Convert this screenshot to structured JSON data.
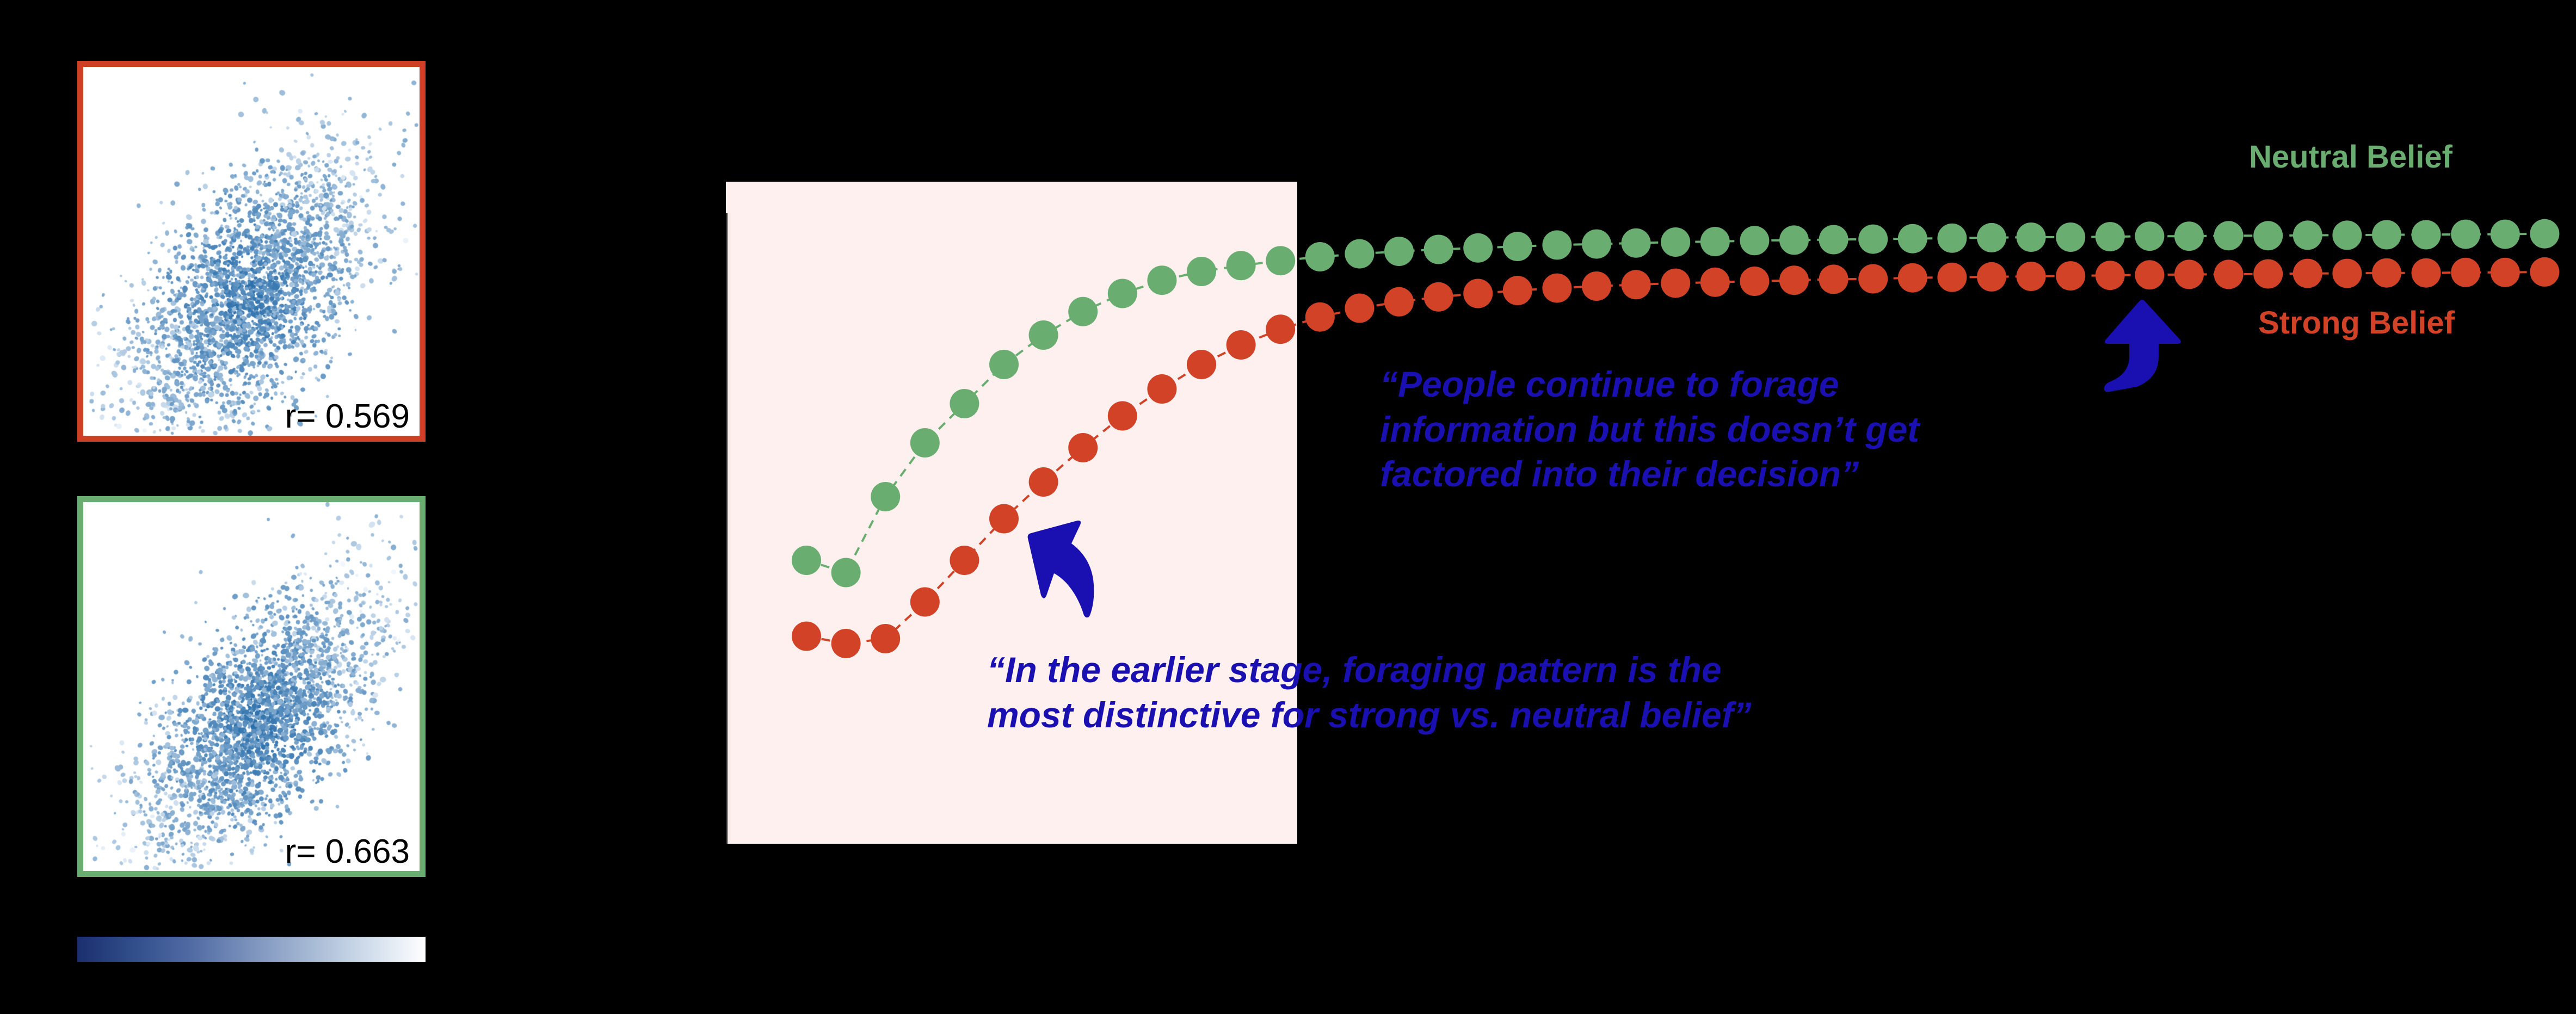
{
  "figure": {
    "background_color": "#000000",
    "panel_background_color": "#fdf0ee"
  },
  "scatter_panels": [
    {
      "name": "strong-belief-scatter",
      "border_color": "#cf3f26",
      "r_label": "r= 0.569",
      "r_value": 0.569,
      "point_color_scale": "blues",
      "correlation_direction": "positive"
    },
    {
      "name": "neutral-belief-scatter",
      "border_color": "#6aad70",
      "r_label": "r= 0.663",
      "r_value": 0.663,
      "point_color_scale": "blues",
      "correlation_direction": "positive"
    }
  ],
  "colorbar": {
    "name": "density-colorbar",
    "from_color": "#1b2f6e",
    "to_color": "#ffffff"
  },
  "series_labels": {
    "neutral": "Neutral Belief",
    "strong": "Strong Belief"
  },
  "annotations": {
    "top": "“People continue to forage\ninformation but this doesn’t get\nfactored into their decision”",
    "bottom": "“In the earlier stage, foraging pattern is the\nmost distinctive for strong vs. neutral belief”",
    "color": "#1a0fb0"
  },
  "chart_data": {
    "type": "line",
    "title": "",
    "xlabel": "",
    "ylabel": "",
    "grid": false,
    "legend_position": "right-inline",
    "marker": "circle",
    "linestyle": "dashed",
    "xlim": [
      0,
      45
    ],
    "ylim": [
      0,
      1
    ],
    "x": [
      0,
      1,
      2,
      3,
      4,
      5,
      6,
      7,
      8,
      9,
      10,
      11,
      12,
      13,
      14,
      15,
      16,
      17,
      18,
      19,
      20,
      21,
      22,
      23,
      24,
      25,
      26,
      27,
      28,
      29,
      30,
      31,
      32,
      33,
      34,
      35,
      36,
      37,
      38,
      39,
      40,
      41,
      42,
      43,
      44
    ],
    "series": [
      {
        "name": "Neutral Belief",
        "color": "#6aad70",
        "values": [
          0.3,
          0.275,
          0.43,
          0.54,
          0.62,
          0.7,
          0.76,
          0.808,
          0.845,
          0.872,
          0.89,
          0.902,
          0.912,
          0.92,
          0.926,
          0.931,
          0.935,
          0.938,
          0.941,
          0.944,
          0.946,
          0.948,
          0.95,
          0.951,
          0.953,
          0.954,
          0.955,
          0.956,
          0.957,
          0.958,
          0.959,
          0.96,
          0.96,
          0.961,
          0.962,
          0.962,
          0.963,
          0.963,
          0.964,
          0.964,
          0.965,
          0.965,
          0.966,
          0.966,
          0.967
        ]
      },
      {
        "name": "Strong Belief",
        "color": "#d24227",
        "values": [
          0.145,
          0.13,
          0.14,
          0.215,
          0.3,
          0.385,
          0.46,
          0.53,
          0.595,
          0.65,
          0.7,
          0.74,
          0.772,
          0.797,
          0.815,
          0.828,
          0.838,
          0.845,
          0.851,
          0.856,
          0.86,
          0.863,
          0.866,
          0.868,
          0.87,
          0.872,
          0.874,
          0.875,
          0.877,
          0.878,
          0.879,
          0.88,
          0.881,
          0.882,
          0.883,
          0.884,
          0.884,
          0.885,
          0.886,
          0.886,
          0.887,
          0.887,
          0.888,
          0.888,
          0.889
        ]
      }
    ]
  }
}
